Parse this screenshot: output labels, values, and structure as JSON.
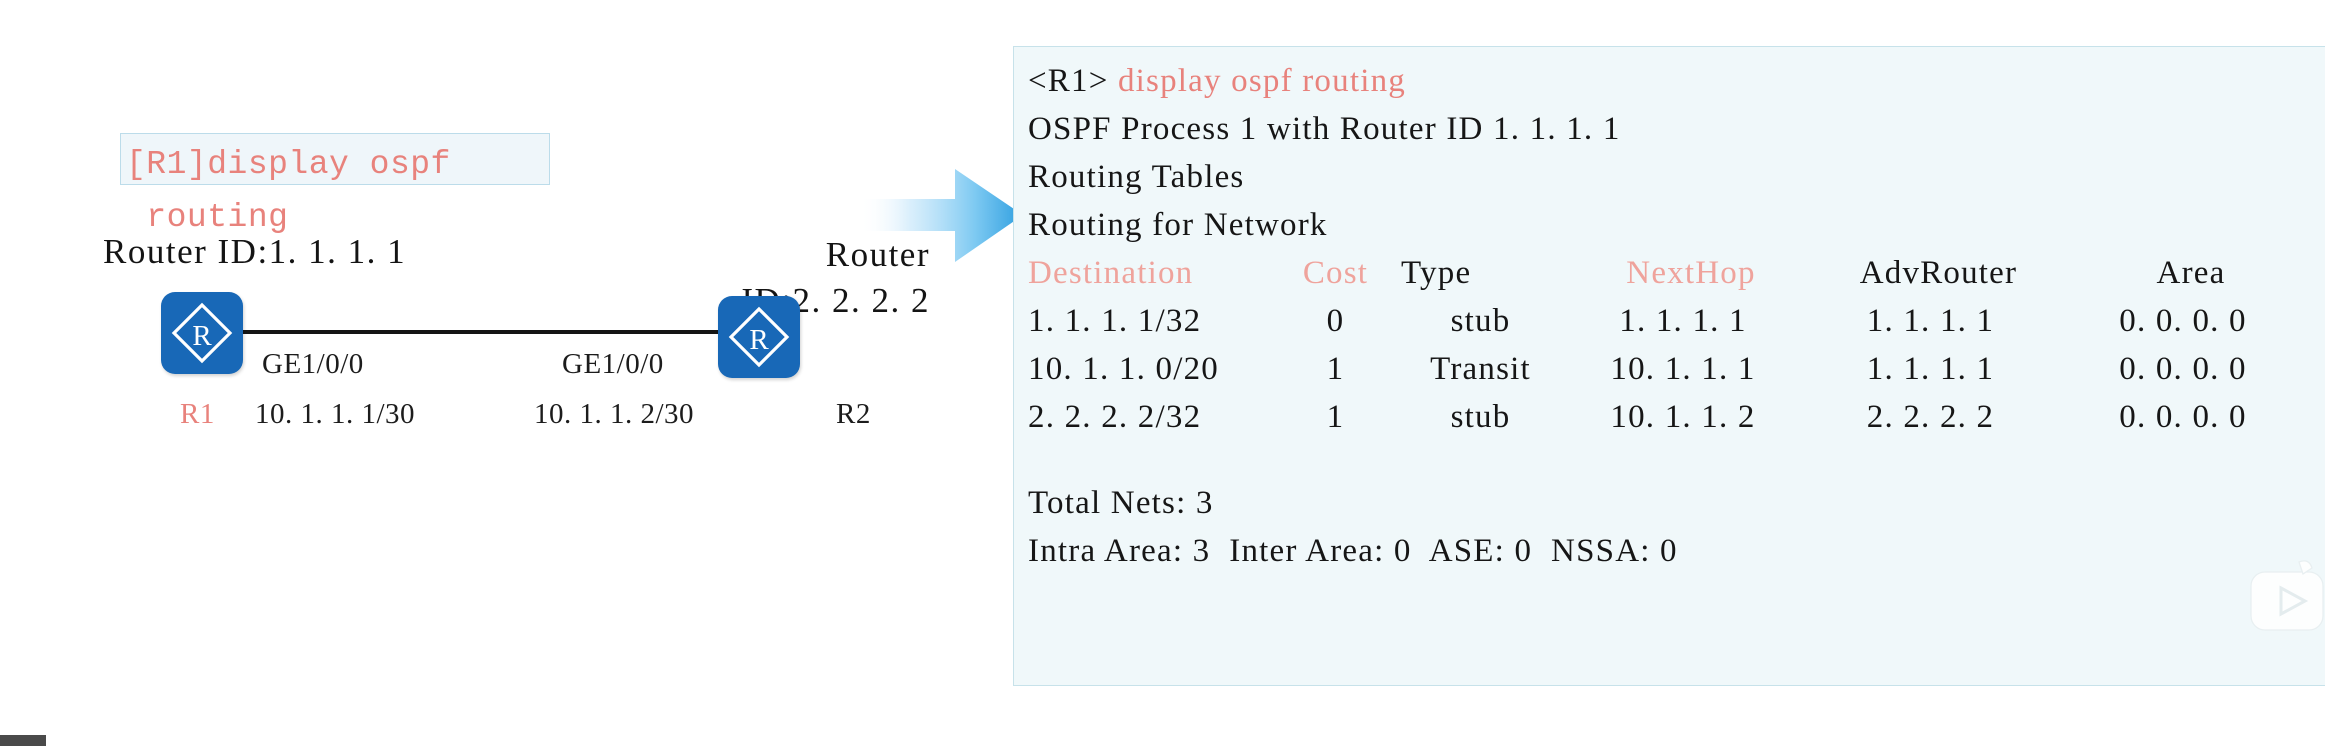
{
  "diagram": {
    "callout": {
      "text": "[R1]display ospf\n routing",
      "bg_color": "#eff6fa",
      "border_color": "#bcdcea",
      "text_color": "#e8827c"
    },
    "left_router": {
      "router_id_label": "Router ID:1. 1. 1. 1",
      "name": "R1",
      "name_color": "#e8827c",
      "interface": "GE1/0/0",
      "ip": "10. 1. 1. 1/30",
      "icon": "router-icon"
    },
    "right_router": {
      "router_id_label": "Router\nID:2. 2. 2. 2",
      "router_id_line1": "Router",
      "router_id_line2": "ID:2. 2. 2. 2",
      "name": "R2",
      "name_color": "#1c1c1c",
      "interface": "GE1/0/0",
      "ip": "10. 1. 1. 2/30",
      "icon": "router-icon"
    },
    "link": {
      "color": "#151515"
    },
    "arrow": {
      "icon": "right-arrow-icon",
      "color_start": "#ffffff",
      "color_end": "#39a9e8"
    }
  },
  "terminal": {
    "bg_color": "#f0f8fa",
    "border_color": "#c7e2ea",
    "prompt": "<R1> ",
    "command": "display ospf routing",
    "command_color": "#e8827c",
    "lines_before_table": [
      "OSPF Process 1 with Router ID 1. 1. 1. 1",
      "Routing Tables",
      "Routing for Network"
    ],
    "table": {
      "headers": {
        "destination": "Destination",
        "cost": "Cost",
        "type": "Type",
        "nexthop": "NextHop",
        "advrouter": "AdvRouter",
        "area": "Area"
      },
      "header_colors": {
        "destination": "#efa39c",
        "cost": "#efa39c",
        "type": "#161616",
        "nexthop": "#efa39c",
        "advrouter": "#161616",
        "area": "#161616"
      },
      "rows": [
        {
          "destination": "1. 1. 1. 1/32",
          "cost": "0",
          "type": "stub",
          "nexthop": "1. 1. 1. 1",
          "advrouter": "1. 1. 1. 1",
          "area": "0. 0. 0. 0"
        },
        {
          "destination": "10. 1. 1. 0/20",
          "cost": "1",
          "type": "Transit",
          "nexthop": "10. 1. 1. 1",
          "advrouter": "1. 1. 1. 1",
          "area": "0. 0. 0. 0"
        },
        {
          "destination": "2. 2. 2. 2/32",
          "cost": "1",
          "type": "stub",
          "nexthop": "10. 1. 1. 2",
          "advrouter": "2. 2. 2. 2",
          "area": "0. 0. 0. 0"
        }
      ]
    },
    "summary": {
      "total_nets": "Total Nets: 3",
      "areas": "Intra Area: 3  Inter Area: 0  ASE: 0  NSSA: 0"
    }
  },
  "watermark": {
    "icon": "play-badge-icon"
  }
}
